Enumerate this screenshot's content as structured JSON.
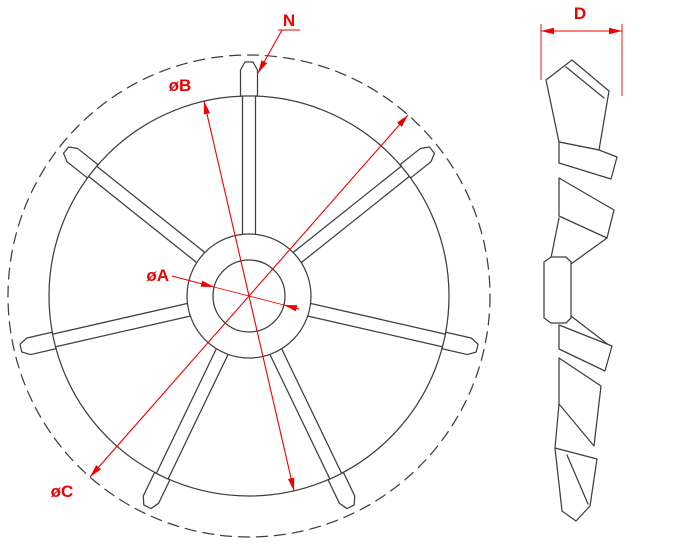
{
  "labels": {
    "blade_callout": "N",
    "hub_bore_diameter": "øA",
    "inner_rim_diameter": "øB",
    "outer_tip_diameter": "øC",
    "overall_width": "D"
  },
  "colors": {
    "geometry": "#3f3f3f",
    "dimension": "#ee0000",
    "background": "#ffffff"
  },
  "front_view": {
    "blade_count": 7
  }
}
